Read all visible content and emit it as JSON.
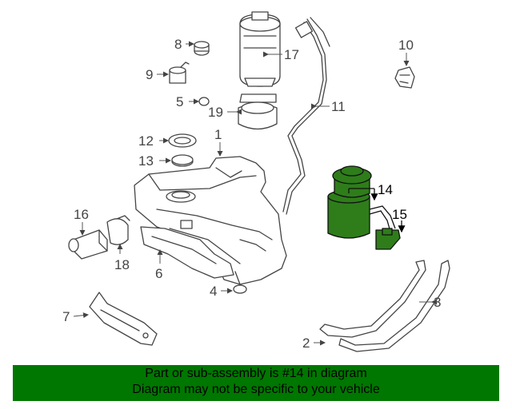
{
  "callouts": [
    "1",
    "2",
    "3",
    "4",
    "5",
    "6",
    "7",
    "8",
    "9",
    "10",
    "11",
    "12",
    "13",
    "14",
    "15",
    "16",
    "17",
    "18",
    "19"
  ],
  "banner": {
    "line1": "Part or sub-assembly is #14 in diagram",
    "line2": "Diagram may not be specific to your vehicle",
    "color": "#007700"
  },
  "highlight_color": "#2e7d1a",
  "highlighted_part": "14"
}
